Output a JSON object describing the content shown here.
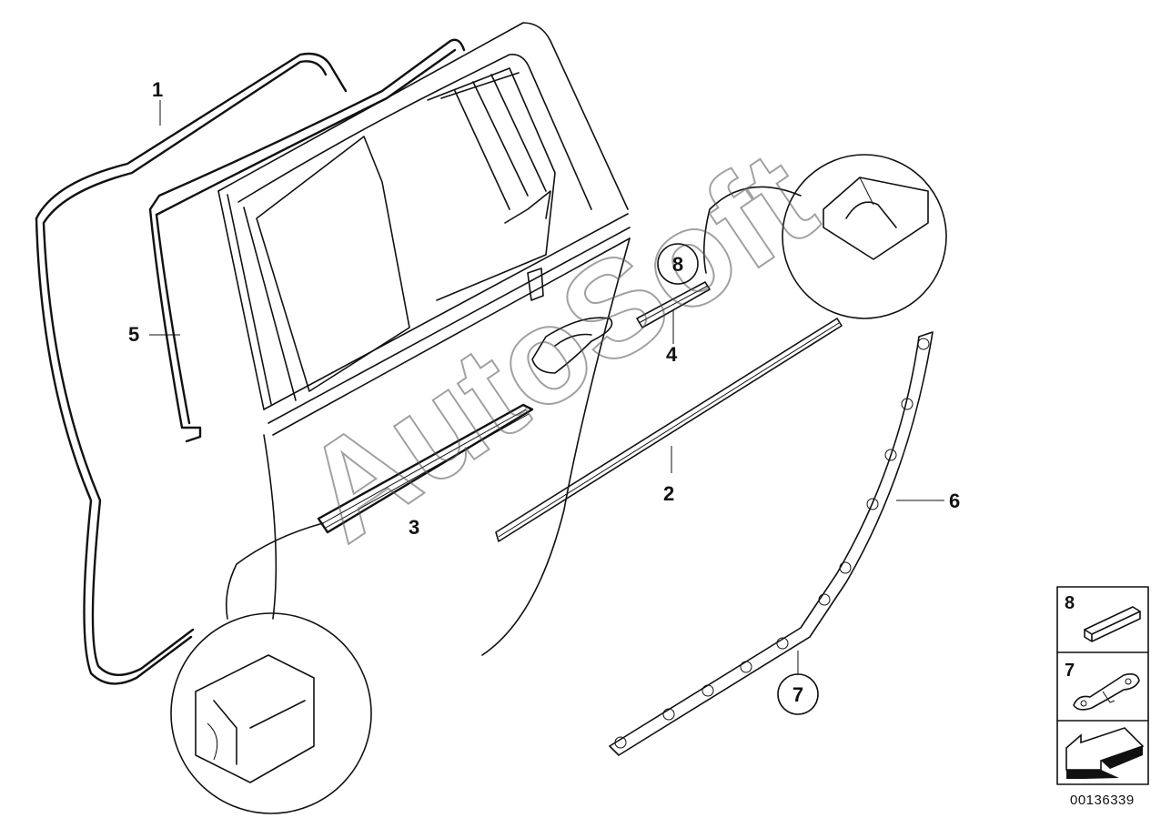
{
  "diagram": {
    "callouts": [
      {
        "id": "1",
        "text": "1"
      },
      {
        "id": "2",
        "text": "2"
      },
      {
        "id": "3",
        "text": "3"
      },
      {
        "id": "4",
        "text": "4"
      },
      {
        "id": "5",
        "text": "5"
      },
      {
        "id": "6",
        "text": "6"
      }
    ],
    "circled_callouts": [
      {
        "id": "8",
        "text": "8"
      },
      {
        "id": "7",
        "text": "7"
      }
    ],
    "watermark": "AutoSoft",
    "legend": {
      "items": [
        {
          "number": "8",
          "icon": "seal-strip-icon"
        },
        {
          "number": "7",
          "icon": "clip-icon"
        },
        {
          "number": "",
          "icon": "arrow-icon"
        }
      ]
    },
    "document_number": "00136339"
  }
}
